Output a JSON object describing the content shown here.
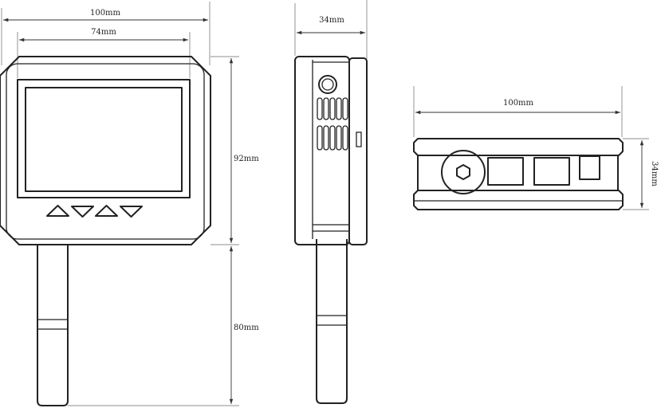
{
  "dimensions": {
    "front_width": "100mm",
    "screen_width": "74mm",
    "body_height": "92mm",
    "probe_length": "80mm",
    "side_depth": "34mm",
    "bottom_width": "100mm",
    "bottom_depth": "34mm"
  }
}
